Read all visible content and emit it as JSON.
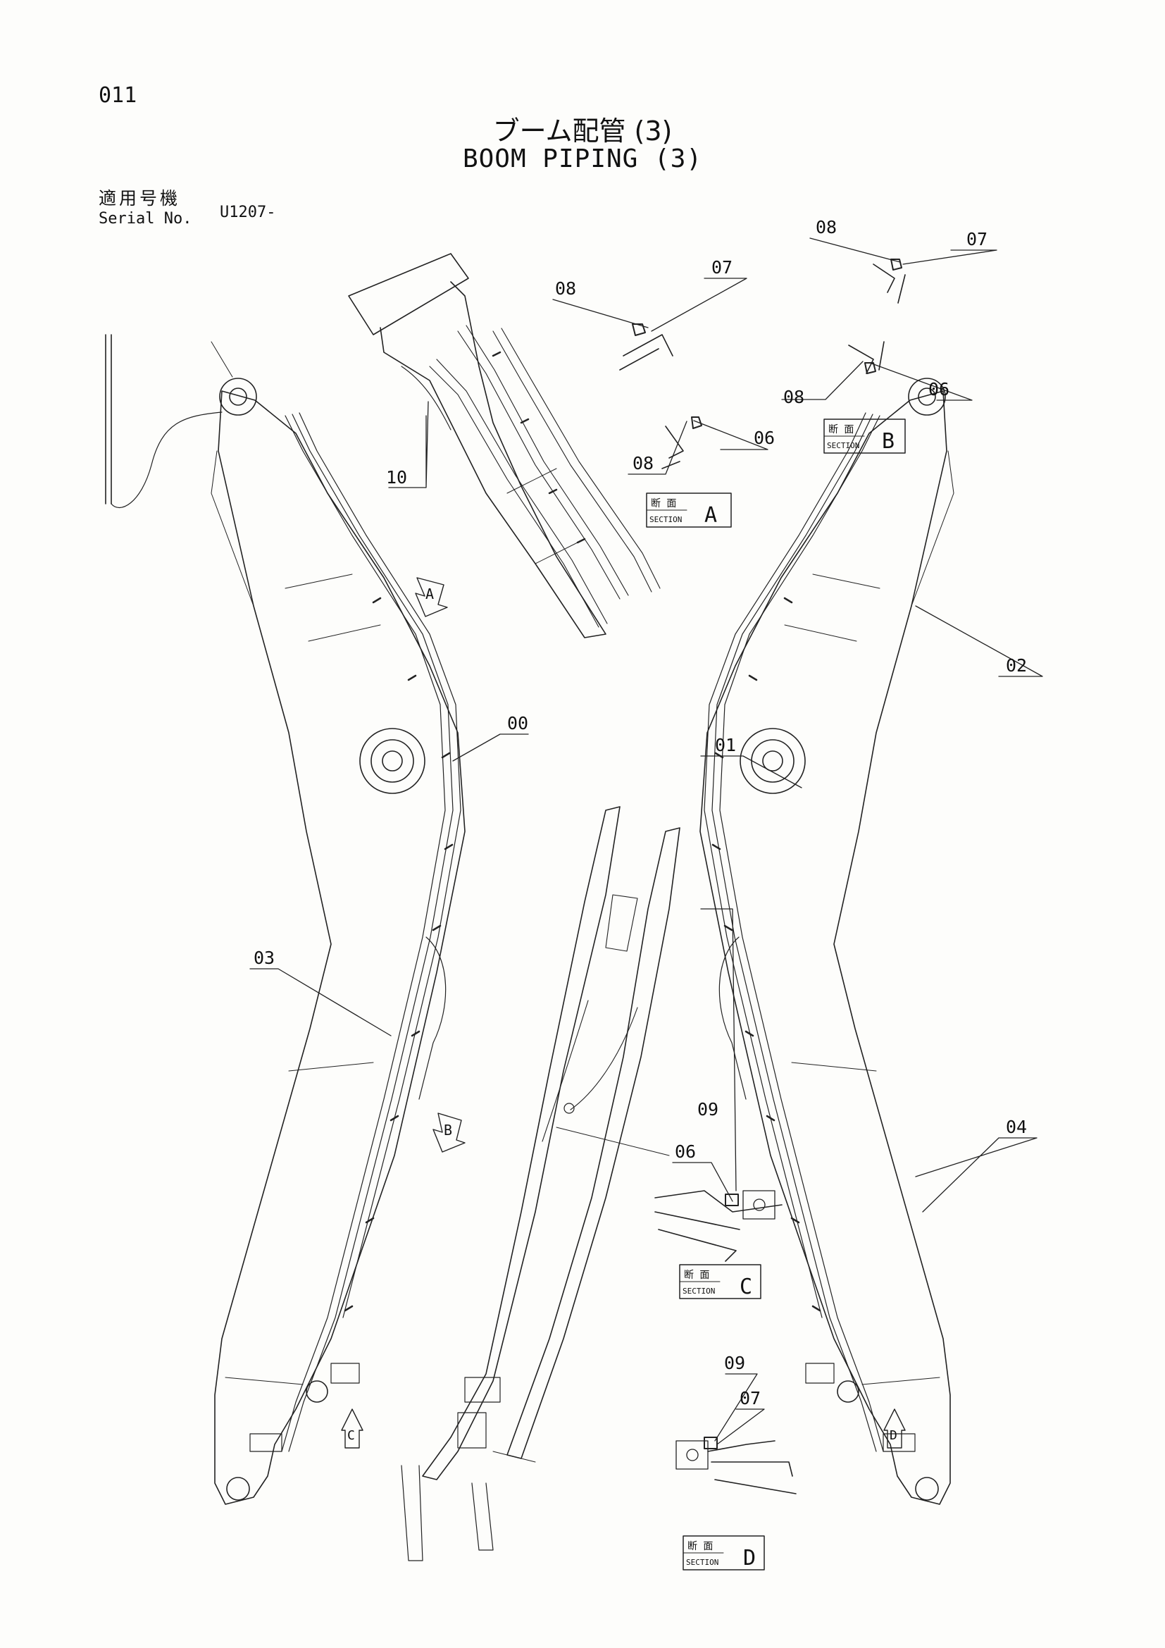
{
  "page": {
    "number": "011",
    "title_jp": "ブーム配管 (3)",
    "title_en": "BOOM PIPING (3)",
    "serial_label_jp": "適用号機",
    "serial_label_en": "Serial No.",
    "serial_value": "U1207-"
  },
  "callouts": {
    "c00": "00",
    "c01": "01",
    "c02": "02",
    "c03": "03",
    "c04": "04",
    "c06a": "06",
    "c06b": "06",
    "c06c": "06",
    "c07a": "07",
    "c07b": "07",
    "c07d": "07",
    "c08a1": "08",
    "c08a2": "08",
    "c08b1": "08",
    "c08b2": "08",
    "c09c": "09",
    "c09d": "09",
    "c10": "10"
  },
  "sections": {
    "jp_label": "断 面",
    "en_label": "SECTION",
    "a": "A",
    "b": "B",
    "c": "C",
    "d": "D"
  },
  "view_arrows": {
    "a": "A",
    "b": "B",
    "c": "C",
    "d": "D"
  }
}
